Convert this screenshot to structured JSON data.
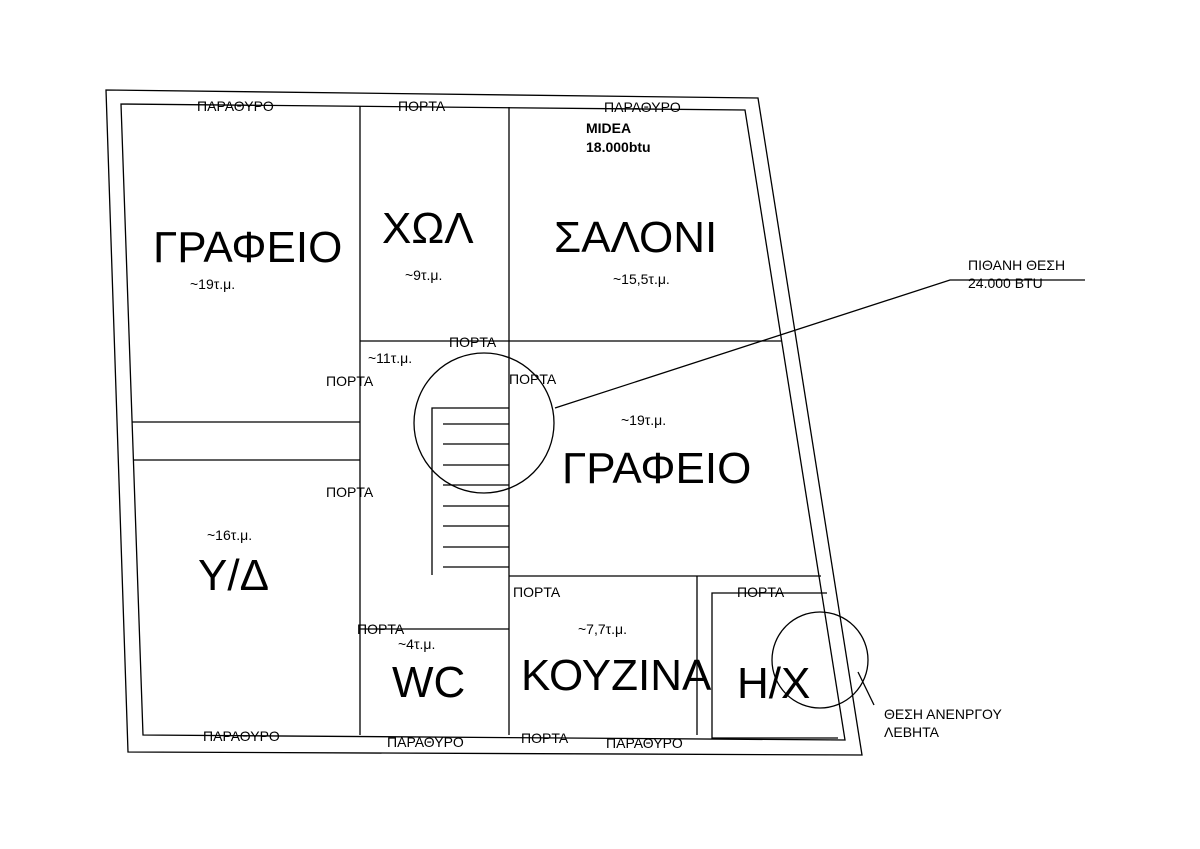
{
  "rooms": {
    "office1": {
      "name": "ΓΡΑΦΕΙΟ",
      "area": "~19τ.μ."
    },
    "hall": {
      "name": "ΧΩΛ",
      "area": "~9τ.μ."
    },
    "living": {
      "name": "ΣΑΛΟΝΙ",
      "area": "~15,5τ.μ.",
      "ac_brand": "MIDEA",
      "ac_capacity": "18.000btu"
    },
    "stair_hall": {
      "area": "~11τ.μ."
    },
    "office2": {
      "name": "ΓΡΑΦΕΙΟ",
      "area": "~19τ.μ."
    },
    "bedroom": {
      "name": "Υ/Δ",
      "area": "~16τ.μ."
    },
    "wc": {
      "name": "WC",
      "area": "~4τ.μ."
    },
    "kitchen": {
      "name": "ΚΟΥΖΙΝΑ",
      "area": "~7,7τ.μ."
    },
    "machine_room": {
      "name": "Η/Χ"
    }
  },
  "labels": {
    "window": "ΠΑΡΑΘΥΡΟ",
    "door": "ΠΟΡΤΑ"
  },
  "annotations": {
    "possible_position_line1": "ΠΙΘΑΝΗ ΘΕΣΗ",
    "possible_position_line2": "24.000 BTU",
    "boiler_line1": "ΘΕΣΗ ΑΝΕΝΡΓΟΥ",
    "boiler_line2": "ΛΕΒΗΤΑ"
  }
}
